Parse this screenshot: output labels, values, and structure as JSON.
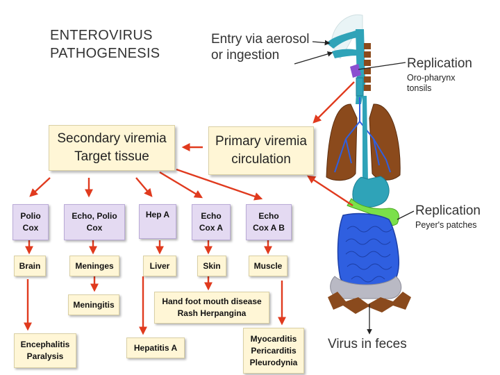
{
  "title": [
    "ENTEROVIRUS",
    "PATHOGENESIS"
  ],
  "entry_label": [
    "Entry via aerosol",
    "or ingestion"
  ],
  "replication_top": {
    "heading": "Replication",
    "detail": [
      "Oro-pharynx",
      "tonsils"
    ]
  },
  "replication_gut": {
    "heading": "Replication",
    "detail": "Peyer's patches"
  },
  "secondary_viremia": [
    "Secondary viremia",
    "Target tissue"
  ],
  "primary_viremia": [
    "Primary viremia",
    "circulation"
  ],
  "virus_types": [
    [
      "Polio",
      "Cox"
    ],
    [
      "Echo, Polio",
      "Cox"
    ],
    [
      "Hep A"
    ],
    [
      "Echo",
      "Cox A"
    ],
    [
      "Echo",
      "Cox A B"
    ]
  ],
  "target_tissues": [
    "Brain",
    "Meninges",
    "Liver",
    "Skin",
    "Muscle"
  ],
  "meningitis": "Meningitis",
  "hand_foot_mouth": [
    "Hand foot mouth disease",
    "Rash Herpangina"
  ],
  "encephalitis": [
    "Encephalitis",
    "Paralysis"
  ],
  "hepatitis": "Hepatitis A",
  "myocarditis": [
    "Myocarditis",
    "Pericarditis",
    "Pleurodynia"
  ],
  "feces_label": "Virus in feces",
  "colors": {
    "arrow_red": "#e03a1e",
    "beige_box": "#fff6d6",
    "lavender_box": "#e4daf2",
    "airway_teal": "#2fa3b8",
    "lung_brown": "#8b4a1c",
    "intestine_blue": "#2f5fe0",
    "small_intestine_green": "#7be04a",
    "pelvis_grey": "#b9b9c4",
    "pelvis_brown": "#8a4a1d",
    "throat_purple": "#8a4fd0"
  }
}
